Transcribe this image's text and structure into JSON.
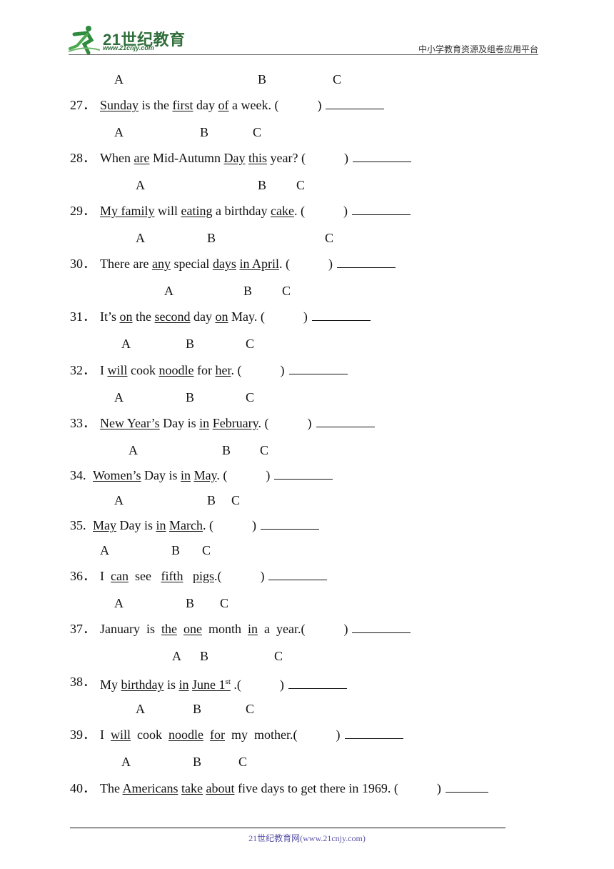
{
  "header": {
    "logo_text": "21世纪教育",
    "logo_url": "www.21cnjy.com",
    "right_text": "中小学教育资源及组卷应用平台"
  },
  "labels": {
    "a": "A",
    "b": "B",
    "c": "C"
  },
  "blank": "________",
  "q27": {
    "num": "27．",
    "w1": "Sunday",
    "t1": " is the ",
    "w2": "first",
    "t2": " day ",
    "w3": "of",
    "t3": " a week. ("
  },
  "q28": {
    "num": "28．",
    "t0": "When ",
    "w1": "are",
    "t1": " Mid-Autumn ",
    "w2": "Day",
    "t2": " ",
    "w3": "this",
    "t3": " year? ("
  },
  "q29": {
    "num": "29．",
    "w1": "My family",
    "t1": " will ",
    "w2": "eating",
    "t2": " a birthday ",
    "w3": "cake",
    "t3": ". ("
  },
  "q30": {
    "num": "30．",
    "t0": "There are ",
    "w1": "any",
    "t1": " special ",
    "w2": "days",
    "t2": " ",
    "w3": "in April",
    "t3": ". ("
  },
  "q31": {
    "num": "31．",
    "t0": "It’s ",
    "w1": "on",
    "t1": " the ",
    "w2": "second",
    "t2": " day ",
    "w3": "on",
    "t3": " May. ("
  },
  "q32": {
    "num": "32．",
    "t0": "I ",
    "w1": "will",
    "t1": " cook ",
    "w2": "noodle",
    "t2": " for ",
    "w3": "her",
    "t3": ".  ("
  },
  "q33": {
    "num": "33．",
    "w1": "New Year’s",
    "t1": " Day is ",
    "w2": "in",
    "t2": " ",
    "w3": "February",
    "t3": ". ("
  },
  "q34": {
    "num": "34. ",
    "w1": "Women’s",
    "t1": " Day is ",
    "w2": "in",
    "t2": " ",
    "w3": "May",
    "t3": ". ("
  },
  "q35": {
    "num": "35. ",
    "w1": "May",
    "t1": " Day is ",
    "w2": "in",
    "t2": " ",
    "w3": "March",
    "t3": ". ("
  },
  "q36": {
    "num": "36．",
    "t0": "I  ",
    "w1": "can",
    "t1": "  see   ",
    "w2": "fifth",
    "t2": "   ",
    "w3": "pigs",
    "t3": ".("
  },
  "q37": {
    "num": "37．",
    "t0": "January  is  ",
    "w1": "the",
    "t1": "  ",
    "w2": "one",
    "t2": "  month  ",
    "w3": "in",
    "t3": "  a  year.("
  },
  "q38": {
    "num": "38．",
    "t0": "My ",
    "w1": "birthday",
    "t1": " is ",
    "w2": "in",
    "t2": " ",
    "w3": "June 1",
    "sup": "st",
    "t3": " .("
  },
  "q39": {
    "num": "39．",
    "t0": "I  ",
    "w1": "will",
    "t1": "  cook  ",
    "w2": "noodle",
    "t2": "  ",
    "w3": "for",
    "t3": "  my  mother.("
  },
  "q40": {
    "num": "40．",
    "t0": "The ",
    "w1": "Americans",
    "t1": " ",
    "w2": "take",
    "t2": " ",
    "w3": "about",
    "t3": " five days to get there in 1969. (",
    "blank": "______"
  },
  "close_paren": ")",
  "footer": "21世纪教育网(www.21cnjy.com)"
}
